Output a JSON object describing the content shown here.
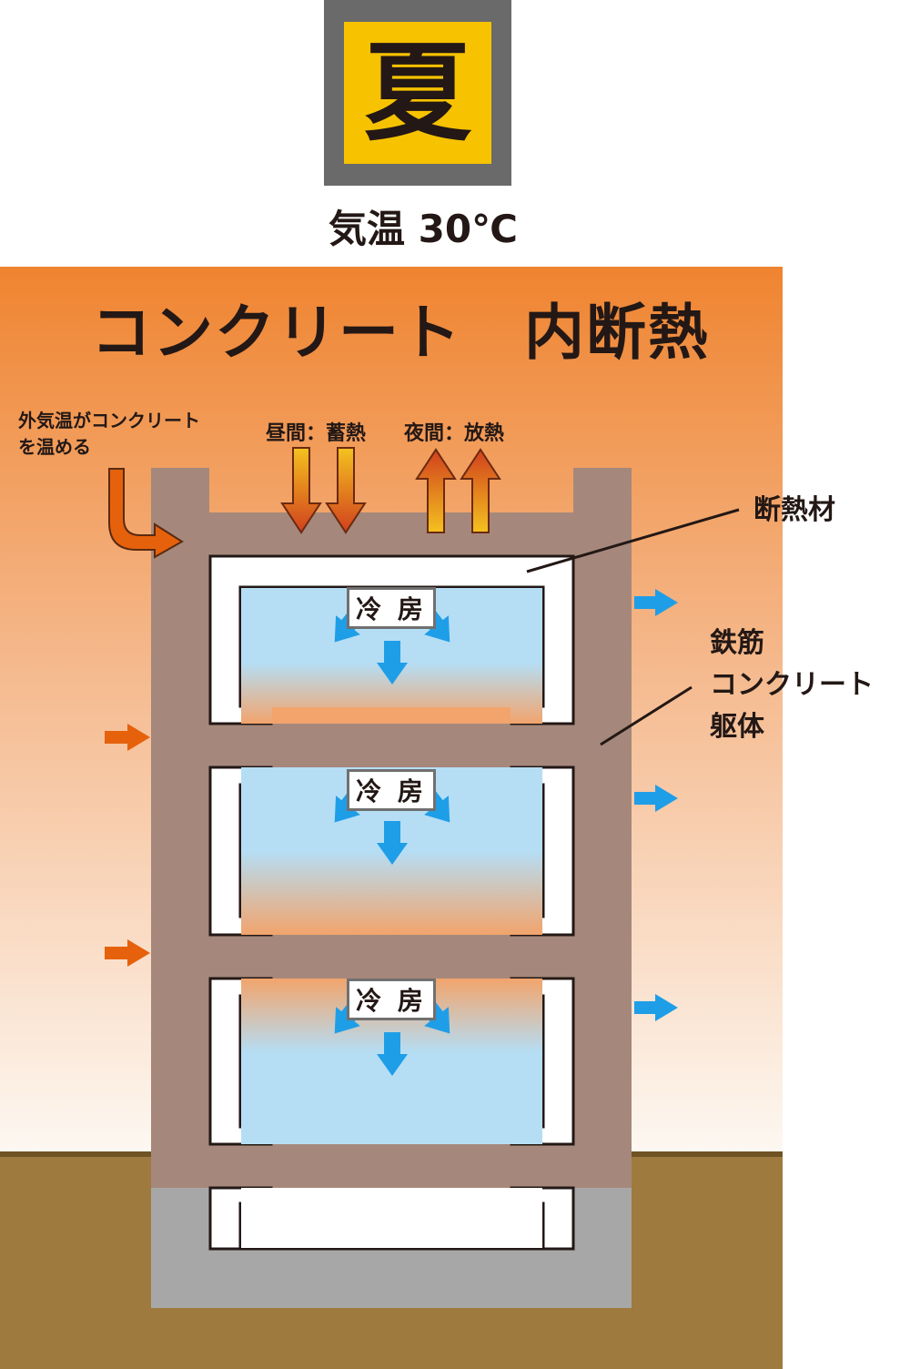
{
  "season": {
    "label": "夏",
    "temperature_text": "気温 30℃"
  },
  "title": "コンクリート　内断熱",
  "annotations": {
    "outside_heat": "外気温がコンクリート\nを温める",
    "day": "昼間：蓄熱",
    "night": "夜間：放熱",
    "insulation": "断熱材",
    "structure": "鉄筋\nコンクリート\n躯体"
  },
  "rooms": [
    {
      "label": "冷 房"
    },
    {
      "label": "冷 房"
    },
    {
      "label": "冷 房"
    }
  ],
  "colors": {
    "sky_top": "#ef8430",
    "sky_bottom": "#fdf6ee",
    "ground": "#9f7a3f",
    "ground_line": "#6f5323",
    "concrete": "#a5887b",
    "basement_concrete": "#a7a7a7",
    "insulation": "#ffffff",
    "room_cool": "#b5def5",
    "room_warm": "#f2a46c",
    "cool_arrow": "#1f9ee8",
    "warm_arrow": "#e6610b",
    "season_badge": "#f7c200",
    "badge_frame": "#6a6a6a"
  }
}
